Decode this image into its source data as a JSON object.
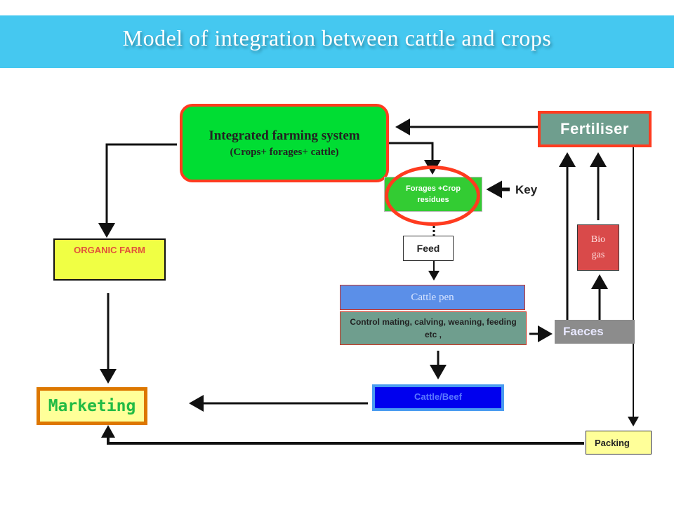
{
  "title": "Model of integration between cattle and crops",
  "nodes": {
    "integrated_line1": "Integrated farming system",
    "integrated_line2": "(Crops+ forages+ cattle)",
    "forages": "Forages +Crop residues",
    "key": "Key",
    "fertiliser": "Fertiliser",
    "organic_farm": "ORGANIC FARM",
    "feed": "Feed",
    "biogas_line1": "Bio",
    "biogas_line2": "gas",
    "cattle_pen": "Cattle pen",
    "control": "Control mating, calving, weaning, feeding etc ,",
    "faeces": "Faeces",
    "cattle_beef": "Cattle/Beef",
    "marketing": "Marketing",
    "packing": "Packing"
  },
  "colors": {
    "banner": "#45c8f0",
    "highlight_border": "#ff3b1f",
    "connector": "#111111"
  }
}
